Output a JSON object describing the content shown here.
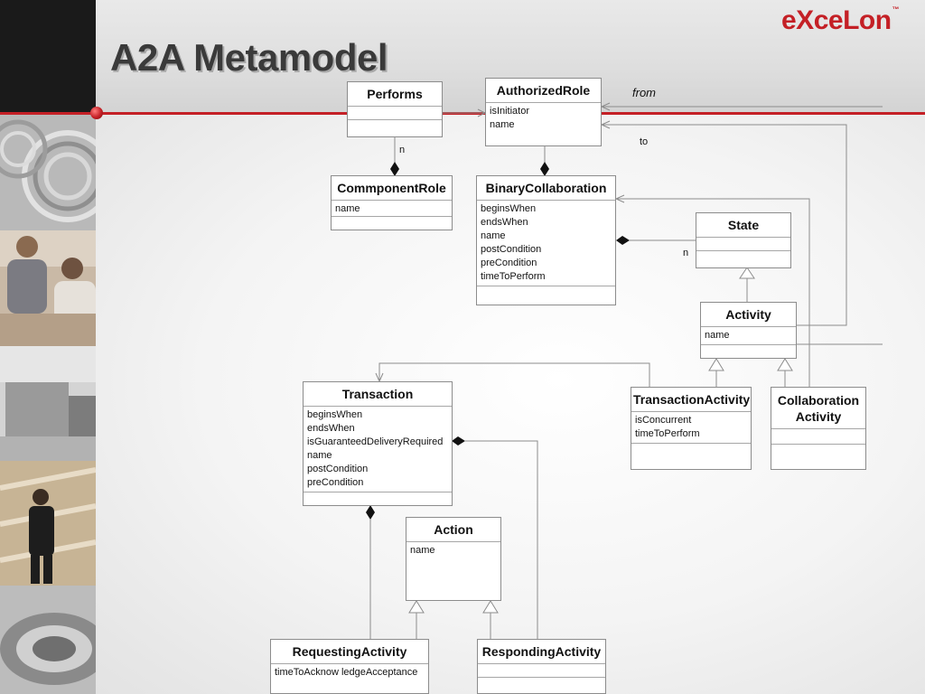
{
  "slide": {
    "title": "A2A Metamodel",
    "logo": "eXceLon",
    "logo_tm": "™"
  },
  "classes": {
    "performs": {
      "name": "Performs"
    },
    "authorized_role": {
      "name": "AuthorizedRole",
      "attributes": [
        "isInitiator",
        "name"
      ]
    },
    "component_role": {
      "name": "CommponentRole",
      "attributes": [
        "name"
      ]
    },
    "binary_collaboration": {
      "name": "BinaryCollaboration",
      "attributes": [
        "beginsWhen",
        "endsWhen",
        "name",
        "postCondition",
        "preCondition",
        "timeToPerform"
      ]
    },
    "state": {
      "name": "State"
    },
    "activity": {
      "name": "Activity",
      "attributes": [
        "name"
      ]
    },
    "transaction": {
      "name": "Transaction",
      "attributes": [
        "beginsWhen",
        "endsWhen",
        "isGuaranteedDeliveryRequired",
        "name",
        "postCondition",
        "preCondition"
      ]
    },
    "transaction_activity": {
      "name": "TransactionActivity",
      "attributes": [
        "isConcurrent",
        "timeToPerform"
      ]
    },
    "collaboration_activity": {
      "name_line1": "Collaboration",
      "name_line2": "Activity"
    },
    "action": {
      "name": "Action",
      "attributes": [
        "name"
      ]
    },
    "requesting_activity": {
      "name": "RequestingActivity",
      "attributes": [
        "timeToAcknow ledgeAcceptance"
      ]
    },
    "responding_activity": {
      "name": "RespondingActivity"
    }
  },
  "labels": {
    "from": "from",
    "to": "to",
    "n_performs": "n",
    "n_state": "n"
  },
  "colors": {
    "accent_red": "#c42026",
    "line_gray": "#8c8c8c",
    "title_text": "#3a3a3a"
  }
}
